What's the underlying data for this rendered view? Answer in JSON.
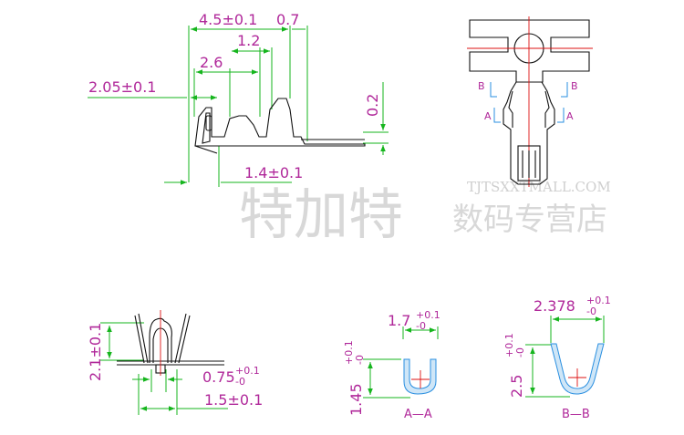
{
  "dimensions": {
    "top_total": "4.5±0.1",
    "top_seg": "0.7",
    "mid": "1.2",
    "inner": "2.6",
    "left": "2.05±0.1",
    "height_small": "0.2",
    "bottom": "1.4±0.1",
    "front_height": "2.1±0.1",
    "front_small_main": "0.75",
    "front_small_tol_plus": "+0.1",
    "front_small_tol_minus": "-0",
    "front_width": "1.5±0.1",
    "aa_width_main": "1.7",
    "aa_width_plus": "+0.1",
    "aa_width_minus": "-0",
    "aa_height_main": "1.45",
    "aa_height_plus": "+0.1",
    "aa_height_minus": "-0",
    "bb_width_main": "2.378",
    "bb_width_plus": "+0.1",
    "bb_width_minus": "-0",
    "bb_height_main": "2.5",
    "bb_height_plus": "+0.1",
    "bb_height_minus": "-0"
  },
  "section_marks": {
    "a": "A",
    "b": "B",
    "aa_label": "A—A",
    "bb_label": "B—B"
  },
  "watermark": {
    "latin": "TJTSXXTMALL.COM",
    "big": "特加特",
    "small": "数码专营店"
  }
}
